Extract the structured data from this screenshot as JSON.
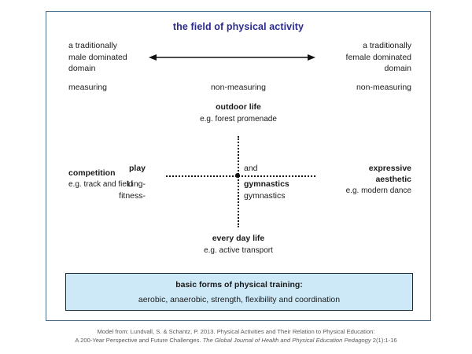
{
  "diagram": {
    "title": "the field of physical activity",
    "axis": {
      "left_label": "a traditionally\nmale dominated\ndomain",
      "left_line1": "a traditionally",
      "left_line2": "male dominated",
      "left_line3": "domain",
      "right_line1": "a traditionally",
      "right_line2": "female dominated",
      "right_line3": "domain",
      "arrow": "double-headed-horizontal-arrow"
    },
    "measuring_row": {
      "left": "measuring",
      "center": "non-measuring",
      "right": "non-measuring"
    },
    "top_center": {
      "label": "outdoor life",
      "example": "e.g. forest promenade"
    },
    "bottom_center": {
      "label": "every day life",
      "example": "e.g. active transport"
    },
    "left_pole": {
      "label": "competition",
      "example": "e.g. track and field"
    },
    "right_pole": {
      "label_line1": "expressive",
      "label_line2": "aesthetic",
      "example": "e.g. modern dance"
    },
    "cross_quadrants": {
      "top_left": "play",
      "top_right": "and",
      "bottom_left_line1": "Ling-",
      "bottom_left_line2": "fitness-",
      "bottom_right_line1": "gymnastics",
      "bottom_right_line2": "gymnastics"
    },
    "basic_forms_box": {
      "title": "basic forms of physical training:",
      "body": "aerobic, anaerobic, strength, flexibility and coordination"
    },
    "citation": {
      "line1": "Model from: Lundvall, S. & Schantz, P. 2013. Physical Activities and Their Relation to Physical Education:",
      "line2_prefix": "A 200-Year Perspective and Future Challenges. ",
      "line2_italic": "The Global Journal of Health and Physical Education Pedagogy",
      "line2_suffix": " 2(1):1-16"
    },
    "colors": {
      "title": "#2b2b8f",
      "frame_border": "#4a6d8c",
      "box_fill": "#cde9f8",
      "box_border": "#1b2a33",
      "dotted_line": "#111111",
      "citation_text": "#5a5a5a"
    }
  }
}
